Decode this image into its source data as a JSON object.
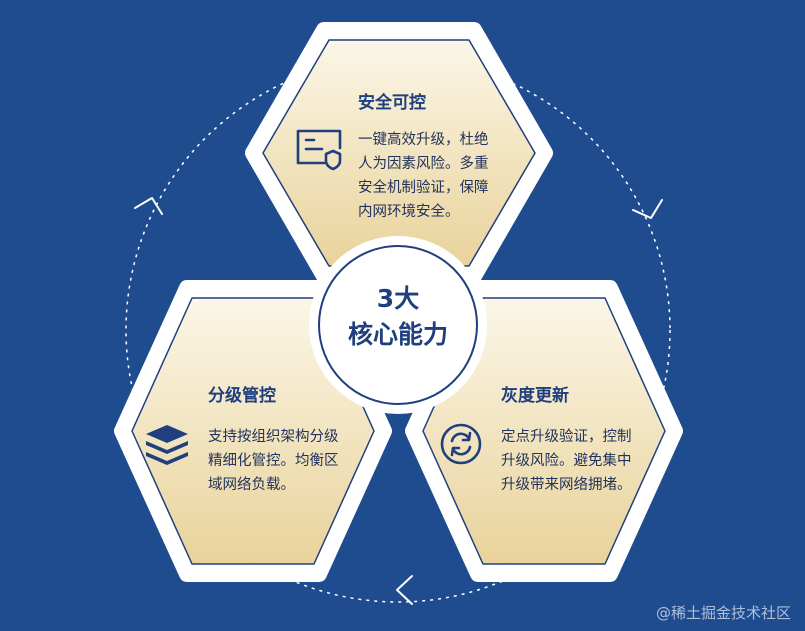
{
  "colors": {
    "background": "#1e4c8f",
    "accent": "#1f3f7e",
    "card_gradient_top": "#fbf6e7",
    "card_gradient_bottom": "#e9d39b"
  },
  "center": {
    "line1": "3大",
    "line2": "核心能力"
  },
  "cards": [
    {
      "id": "secure",
      "icon": "shield-doc-icon",
      "title": "安全可控",
      "lines": [
        "一键高效升级，杜绝",
        "人为因素风险。多重",
        "安全机制验证，保障",
        "内网环境安全。"
      ]
    },
    {
      "id": "grade",
      "icon": "layers-icon",
      "title": "分级管控",
      "lines": [
        "支持按组织架构分级",
        "精细化管控。均衡区",
        "域网络负载。"
      ]
    },
    {
      "id": "update",
      "icon": "refresh-icon",
      "title": "灰度更新",
      "lines": [
        "定点升级验证，控制",
        "升级风险。避免集中",
        "升级带来网络拥堵。"
      ]
    }
  ],
  "watermark": "@稀土掘金技术社区"
}
